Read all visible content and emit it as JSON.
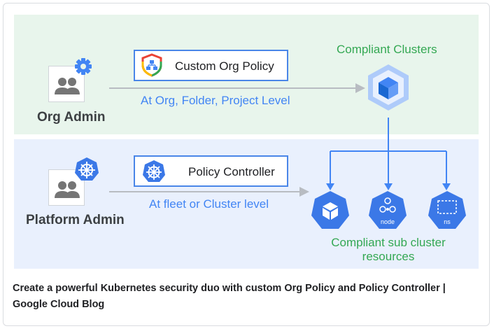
{
  "org_admin": {
    "label": "Org Admin"
  },
  "platform_admin": {
    "label": "Platform Admin"
  },
  "custom_org_policy": {
    "label": "Custom Org Policy",
    "scope": "At Org, Folder, Project Level"
  },
  "policy_controller": {
    "label": "Policy Controller",
    "scope": "At fleet or Cluster level"
  },
  "compliant_clusters": {
    "label": "Compliant Clusters"
  },
  "sub_resources": {
    "label_line1": "Compliant sub cluster",
    "label_line2": "resources",
    "node_label": "node",
    "ns_label": "ns"
  },
  "caption": "Create a powerful Kubernetes security duo with custom Org Policy and Policy Controller | Google Cloud Blog",
  "colors": {
    "blue": "#4285f4",
    "green": "#34a853",
    "arrow_gray": "#b8bcc2",
    "hex_blue": "#3b78e7"
  }
}
